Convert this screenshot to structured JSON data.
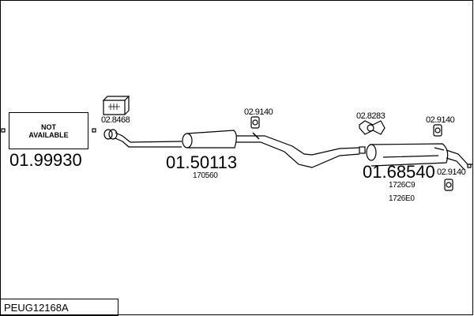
{
  "title": "PEUG12168A",
  "not_available": {
    "line1": "NOT",
    "line2": "AVAILABLE"
  },
  "parts": {
    "front": "01.99930",
    "middle": "01.50113",
    "middle_ref": "170560",
    "rear": "01.68540",
    "rear_ref1": "1726C9",
    "rear_ref2": "1726E0"
  },
  "accessories": {
    "gasket_kit": "02.8468",
    "rubber_mount_mid": "02.9140",
    "clamp": "02.8283",
    "rubber_mount_rear1": "02.9140",
    "rubber_mount_rear2": "02.9140"
  }
}
